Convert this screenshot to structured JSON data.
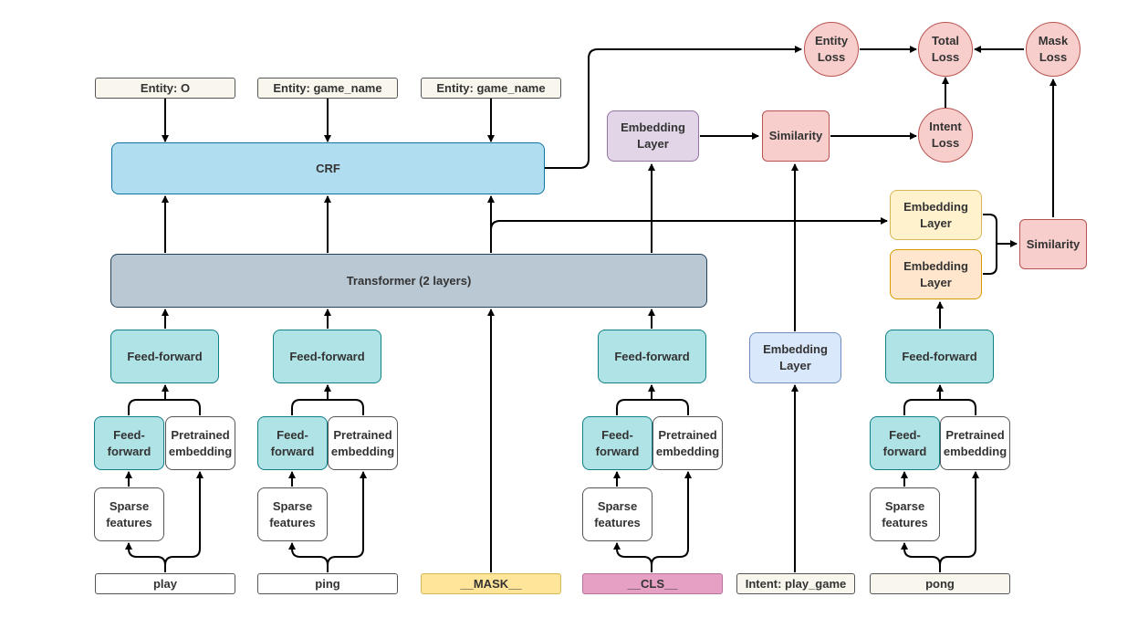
{
  "entities": {
    "e1": "Entity: O",
    "e2": "Entity: game_name",
    "e3": "Entity: game_name"
  },
  "crf": "CRF",
  "transformer": "Transformer (2 layers)",
  "feed_forward": "Feed-forward",
  "feed_forward_small": "Feed-\nforward",
  "pretrained_embedding": "Pretrained embedding",
  "sparse_features": "Sparse features",
  "embedding_layer": "Embedding Layer",
  "similarity": "Similarity",
  "losses": {
    "entity": "Entity Loss",
    "total": "Total Loss",
    "mask": "Mask Loss",
    "intent": "Intent Loss"
  },
  "tokens": {
    "play": "play",
    "ping": "ping",
    "mask": "__MASK__",
    "cls": "__CLS__",
    "intent": "Intent: play_game",
    "pong": "pong"
  }
}
